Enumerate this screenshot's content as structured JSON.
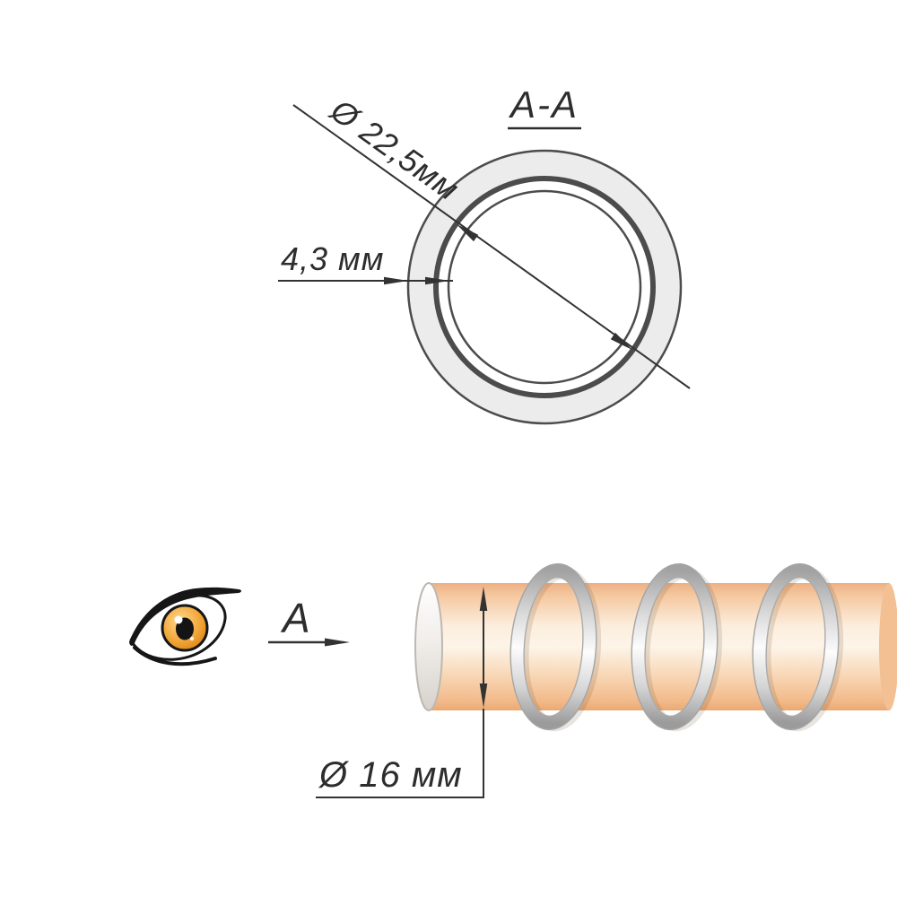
{
  "section_view": {
    "title": "A-A",
    "outer_diameter_label": "Ø 22,5мм",
    "wall_thickness_label": "4,3 мм"
  },
  "side_view": {
    "view_direction_label": "A",
    "tube_diameter_label": "Ø 16 мм"
  },
  "colors": {
    "line": "#333333",
    "text": "#2d2d2d",
    "ring_fill": "#ececec",
    "ring_stroke": "#4c4c4c",
    "tube_peach": "#f5c79d",
    "tube_cream": "#fdf3e7",
    "spring_gray": "#bdbdbd",
    "iris_orange": "#f2a83c"
  }
}
